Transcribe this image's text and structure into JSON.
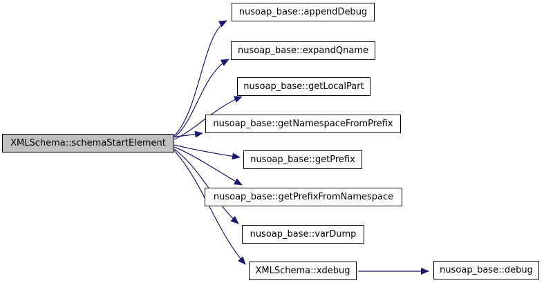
{
  "graph": {
    "type": "call-graph",
    "nodes": [
      {
        "id": "schemaStartElement",
        "label": "XMLSchema::schemaStartElement",
        "role": "root"
      },
      {
        "id": "appendDebug",
        "label": "nusoap_base::appendDebug"
      },
      {
        "id": "expandQname",
        "label": "nusoap_base::expandQname"
      },
      {
        "id": "getLocalPart",
        "label": "nusoap_base::getLocalPart"
      },
      {
        "id": "getNamespaceFromPrefix",
        "label": "nusoap_base::getNamespaceFromPrefix"
      },
      {
        "id": "getPrefix",
        "label": "nusoap_base::getPrefix"
      },
      {
        "id": "getPrefixFromNamespace",
        "label": "nusoap_base::getPrefixFromNamespace"
      },
      {
        "id": "varDump",
        "label": "nusoap_base::varDump"
      },
      {
        "id": "xdebug",
        "label": "XMLSchema::xdebug"
      },
      {
        "id": "debug",
        "label": "nusoap_base::debug"
      }
    ],
    "edges": [
      {
        "from": "XMLSchema::schemaStartElement",
        "to": "nusoap_base::appendDebug"
      },
      {
        "from": "XMLSchema::schemaStartElement",
        "to": "nusoap_base::expandQname"
      },
      {
        "from": "XMLSchema::schemaStartElement",
        "to": "nusoap_base::getLocalPart"
      },
      {
        "from": "XMLSchema::schemaStartElement",
        "to": "nusoap_base::getNamespaceFromPrefix"
      },
      {
        "from": "XMLSchema::schemaStartElement",
        "to": "nusoap_base::getPrefix"
      },
      {
        "from": "XMLSchema::schemaStartElement",
        "to": "nusoap_base::getPrefixFromNamespace"
      },
      {
        "from": "XMLSchema::schemaStartElement",
        "to": "nusoap_base::varDump"
      },
      {
        "from": "XMLSchema::schemaStartElement",
        "to": "XMLSchema::xdebug"
      },
      {
        "from": "XMLSchema::xdebug",
        "to": "nusoap_base::debug"
      }
    ],
    "colors": {
      "edge": "#191970",
      "node_fill": "#ffffff",
      "node_border": "#000000",
      "root_fill": "#c0c0c0",
      "background": "#ffffff"
    }
  }
}
